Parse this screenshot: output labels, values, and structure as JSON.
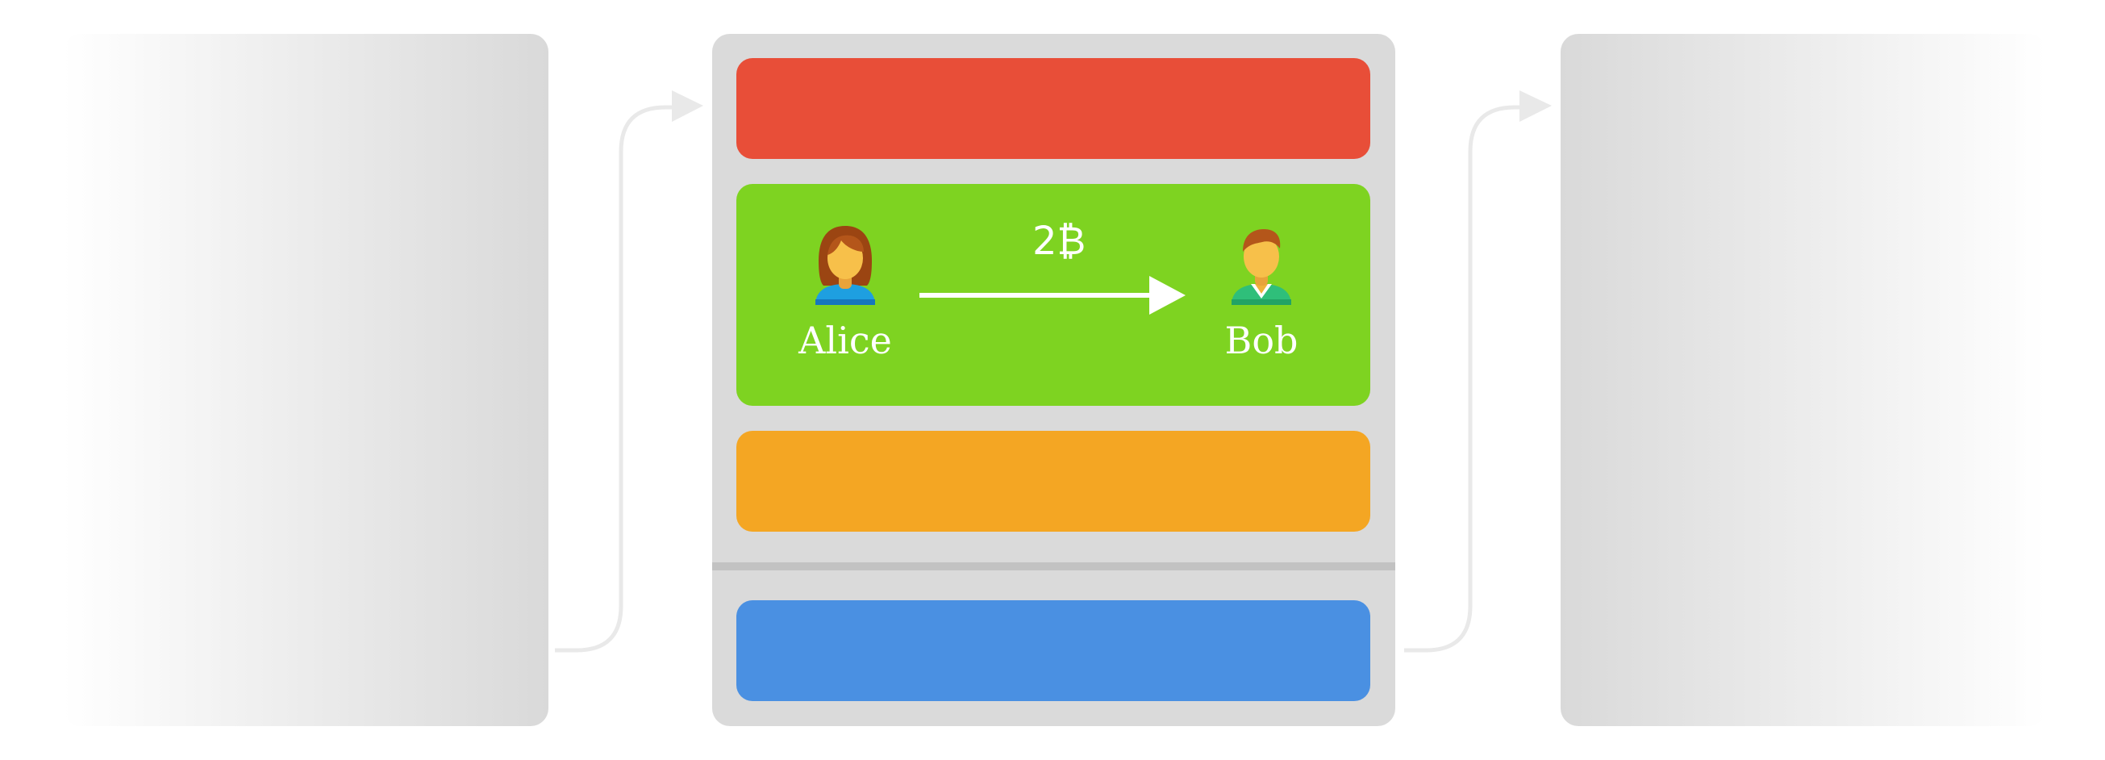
{
  "diagram": {
    "colors": {
      "side_block": "#d9d9d9",
      "center_block": "#dadada",
      "divider": "#c2c2c2",
      "connector": "#e9e9e9",
      "layer_red": "#e84e38",
      "layer_green": "#7ed321",
      "layer_orange": "#f4a623",
      "layer_blue": "#4a90e2"
    },
    "transaction": {
      "sender": "Alice",
      "receiver": "Bob",
      "amount": "2₿",
      "sender_icon": "woman-avatar-icon",
      "receiver_icon": "man-avatar-icon",
      "arrow_icon": "arrow-right-icon"
    }
  }
}
